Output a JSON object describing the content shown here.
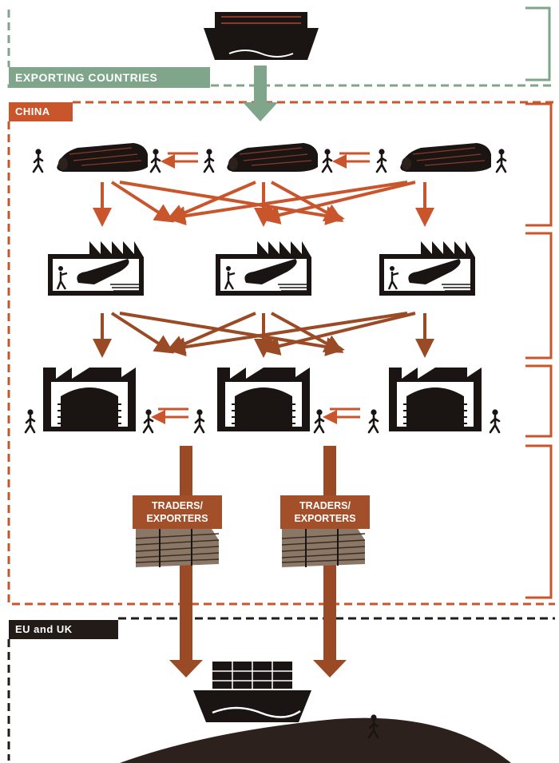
{
  "regions": {
    "exporting_countries": "EXPORTING COUNTRIES",
    "china": "CHINA",
    "eu_uk": "EU and UK"
  },
  "traders": [
    {
      "line1": "TRADERS/",
      "line2": "EXPORTERS"
    },
    {
      "line1": "TRADERS/",
      "line2": "EXPORTERS"
    }
  ],
  "colors": {
    "exporting": "#7fa58b",
    "china": "#c9552c",
    "arrow_orange": "#c9552c",
    "arrow_brown": "#9a4a25",
    "eu": "#231b18",
    "bracket": "#c9552c",
    "ink": "#1a1413"
  },
  "icons": [
    "cargo-ship-icon",
    "log-pile-icon",
    "sawmill-icon",
    "factory-icon",
    "person-walking-icon",
    "plywood-stack-icon",
    "hill-icon",
    "container-ship-icon"
  ]
}
